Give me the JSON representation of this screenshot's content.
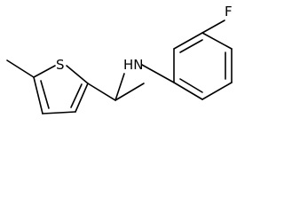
{
  "atoms": {
    "sulfur": "S",
    "amine": "HN",
    "fluorine": "F"
  }
}
